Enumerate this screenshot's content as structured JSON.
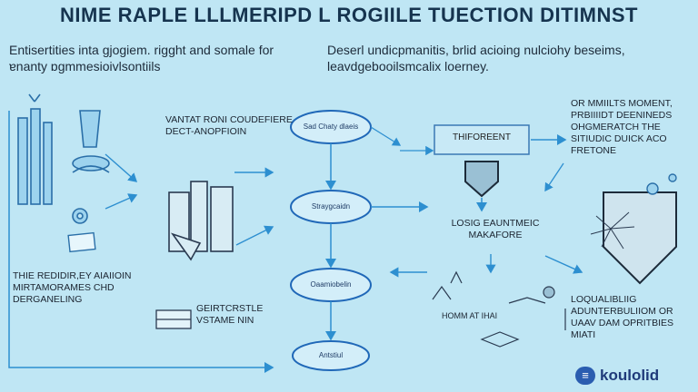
{
  "title": "NIME RAPLE LLLMERIPD L ROGIILE TUECTION DITIMNST",
  "intro": {
    "left": "Entisertities inta gjogiem. rigght and somale for ɐnanty ɒgmmesioivlsontiils",
    "right": "Deserl undicpmanitis, brlid acioing nulciohy beseims, leavdgebooilsmcalix loerney."
  },
  "labels": {
    "upper_left": "VANTAT RONI COUDEFIERE DECT-ANOPFIOIN",
    "lower_left": "THIE REDIDIR,EY AIAIIOIN MIRTAMORAMES CHD DERGANELING",
    "gate": "GEIRTCRSTLE VSTAME NIN",
    "center_box": "THIFOREENT",
    "logic": "LOSIG EAUNTMEIC MAKAFORE",
    "upper_right": "OR MMIILTS MOMENT, PRBIIIIDT DEENINEDS OHGMERATCH THE SITIUDIC DUICK ACO FRETONE",
    "lower_right": "LOQUALIBLIIG ADUNTERBULIIOM OR UAAV DAM OPRITBIES MIATI",
    "sketch": "HOMM AT IHAI"
  },
  "nodes": [
    "Sad Chaty dlaeis",
    "Straygcaidn",
    "Oaamiobelin",
    "Antstiul"
  ],
  "logo": {
    "text": "koulolid",
    "icon": "logo-mark-icon"
  },
  "colors": {
    "accent": "#2d8fd0",
    "ink": "#16344f",
    "bg": "#bfe6f4"
  }
}
